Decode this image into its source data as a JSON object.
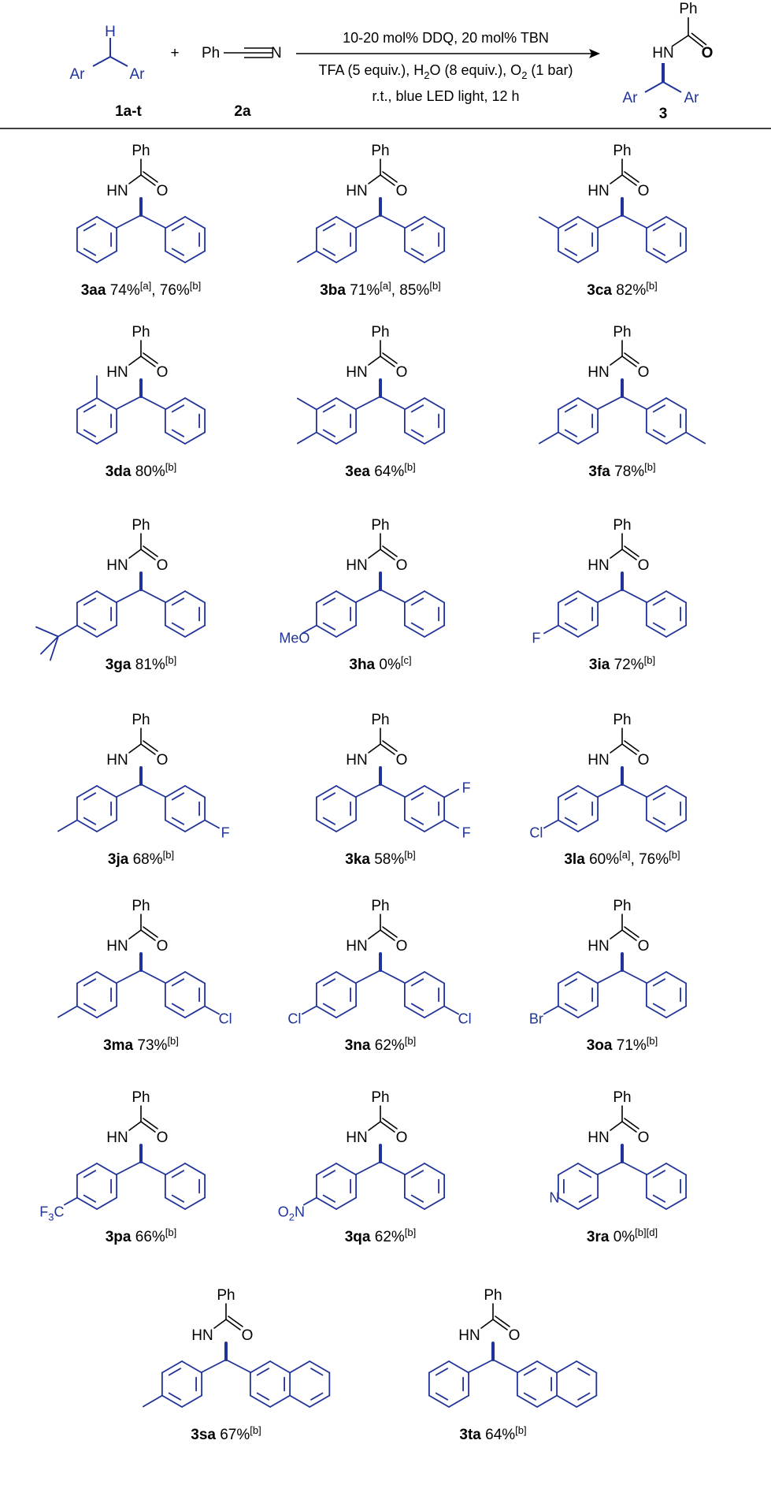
{
  "colors": {
    "structure": "#1f3399",
    "text": "#000000",
    "line": "#000000"
  },
  "header": {
    "reactant1": {
      "h": "H",
      "ar": "Ar",
      "label": "1a-t"
    },
    "plus": "+",
    "reactant2": {
      "ph": "Ph",
      "n": "N",
      "label": "2a"
    },
    "conditions": {
      "line1": "10-20 mol% DDQ, 20 mol% TBN",
      "line2_pre": "TFA (5 equiv.), H",
      "line2_sub1": "2",
      "line2_mid": "O (8 equiv.), O",
      "line2_sub2": "2",
      "line2_post": " (1 bar)",
      "line3": "r.t., blue LED light, 12 h"
    },
    "product": {
      "ph": "Ph",
      "hn": "HN",
      "o": "O",
      "ar": "Ar",
      "label": "3"
    }
  },
  "common": {
    "ph": "Ph",
    "hn": "HN",
    "o": "O"
  },
  "compounds": [
    {
      "id": "3aa",
      "yield": "74%",
      "sup1": "[a]",
      "mid": ", 76%",
      "sup2": "[b]",
      "subs": [
        "",
        ""
      ]
    },
    {
      "id": "3ba",
      "yield": "71%",
      "sup1": "[a]",
      "mid": ", 85%",
      "sup2": "[b]",
      "subs": [
        "p-Me",
        ""
      ]
    },
    {
      "id": "3ca",
      "yield": "82%",
      "sup1": "[b]",
      "subs": [
        "m-Me",
        ""
      ]
    },
    {
      "id": "3da",
      "yield": "80%",
      "sup1": "[b]",
      "subs": [
        "o-Me",
        ""
      ]
    },
    {
      "id": "3ea",
      "yield": "64%",
      "sup1": "[b]",
      "subs": [
        "3,4-diMe",
        ""
      ]
    },
    {
      "id": "3fa",
      "yield": "78%",
      "sup1": "[b]",
      "subs": [
        "p-Me",
        "p-Me"
      ]
    },
    {
      "id": "3ga",
      "yield": "81%",
      "sup1": "[b]",
      "subs": [
        "p-tBu",
        ""
      ]
    },
    {
      "id": "3ha",
      "yield": "0%",
      "sup1": "[c]",
      "subs": [
        "p-OMe",
        ""
      ],
      "subText": "MeO"
    },
    {
      "id": "3ia",
      "yield": "72%",
      "sup1": "[b]",
      "subs": [
        "p-F",
        ""
      ],
      "subText": "F"
    },
    {
      "id": "3ja",
      "yield": "68%",
      "sup1": "[b]",
      "subs": [
        "p-Me",
        "p-F"
      ],
      "subText2": "F"
    },
    {
      "id": "3ka",
      "yield": "58%",
      "sup1": "[b]",
      "subs": [
        "",
        "3,4-diF"
      ],
      "subText2": "F"
    },
    {
      "id": "3la",
      "yield": "60%",
      "sup1": "[a]",
      "mid": ", 76%",
      "sup2": "[b]",
      "subs": [
        "p-Cl",
        ""
      ],
      "subText": "Cl"
    },
    {
      "id": "3ma",
      "yield": "73%",
      "sup1": "[b]",
      "subs": [
        "p-Me",
        "p-Cl"
      ],
      "subText2": "Cl"
    },
    {
      "id": "3na",
      "yield": "62%",
      "sup1": "[b]",
      "subs": [
        "p-Cl",
        "p-Cl"
      ],
      "subText": "Cl",
      "subText2": "Cl"
    },
    {
      "id": "3oa",
      "yield": "71%",
      "sup1": "[b]",
      "subs": [
        "p-Br",
        ""
      ],
      "subText": "Br"
    },
    {
      "id": "3pa",
      "yield": "66%",
      "sup1": "[b]",
      "subs": [
        "p-CF3",
        ""
      ],
      "subPre": "F",
      "subSub": "3",
      "subPost": "C"
    },
    {
      "id": "3qa",
      "yield": "62%",
      "sup1": "[b]",
      "subs": [
        "p-NO2",
        ""
      ],
      "subPre": "O",
      "subSub": "2",
      "subPost": "N"
    },
    {
      "id": "3ra",
      "yield": "0%",
      "sup1": "[b][d]",
      "subs": [
        "pyridyl",
        ""
      ],
      "ringN": "N"
    },
    {
      "id": "3sa",
      "yield": "67%",
      "sup1": "[b]",
      "subs": [
        "p-Me",
        "naphthyl"
      ]
    },
    {
      "id": "3ta",
      "yield": "64%",
      "sup1": "[b]",
      "subs": [
        "",
        "naphthyl"
      ]
    }
  ]
}
